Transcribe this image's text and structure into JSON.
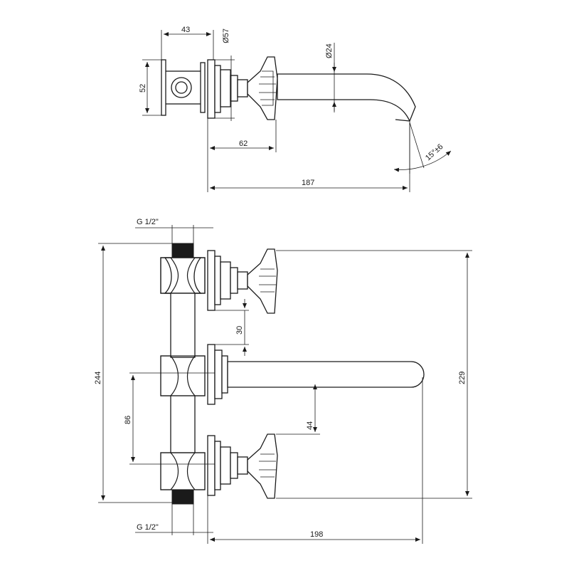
{
  "drawing": {
    "top_view": {
      "dim_width_body": "43",
      "dim_diameter_flange": "Ø57",
      "dim_height_body": "52",
      "dim_diameter_spout": "Ø24",
      "dim_handle_depth": "62",
      "dim_total_depth": "187",
      "dim_angle": "15°±6"
    },
    "front_view": {
      "thread_top": "G 1/2\"",
      "thread_bottom": "G 1/2\"",
      "dim_total_height": "244",
      "dim_spacing": "30",
      "dim_center_height": "86",
      "dim_spout_offset": "44",
      "dim_outer_height": "229",
      "dim_spout_length": "198"
    }
  }
}
